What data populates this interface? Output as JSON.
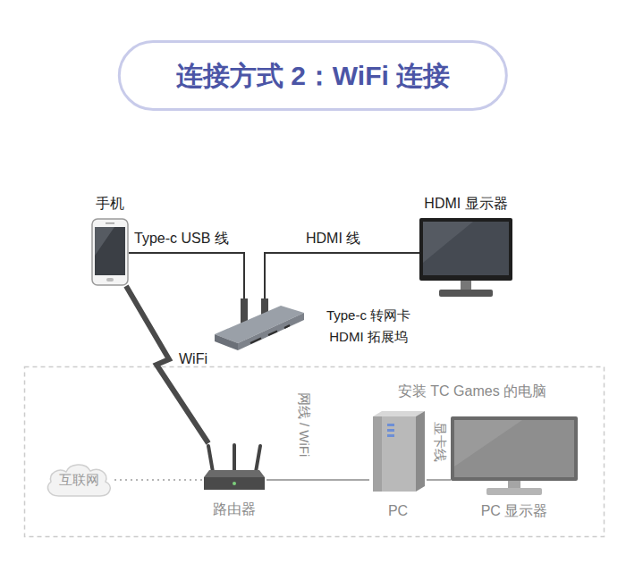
{
  "diagram": {
    "title": "连接方式 2：WiFi 连接",
    "nodes": [
      {
        "text": [
          "手机"
        ]
      },
      {
        "text": [
          "HDMI 显示器"
        ]
      },
      {
        "text": [
          "Type-c 转网卡 HDMI 拓展坞"
        ]
      },
      {
        "text": [
          "互联网"
        ]
      },
      {
        "text": [
          "路由器"
        ]
      },
      {
        "text": [
          "安装 TC Games 的电脑",
          "PC"
        ]
      },
      {
        "text": [
          "PC 显示器"
        ]
      }
    ],
    "edges": [
      {
        "from": 0,
        "to": 2,
        "label": "Type-c USB 线",
        "arrow": "none"
      },
      {
        "from": 2,
        "to": 1,
        "label": "HDMI 线",
        "arrow": "none"
      },
      {
        "from": 0,
        "to": 4,
        "label": "WiFi",
        "arrow": "none"
      },
      {
        "from": 3,
        "to": 4,
        "arrow": "none"
      },
      {
        "from": 4,
        "to": 5,
        "label": "网线 / WiFi",
        "arrow": "none"
      },
      {
        "from": 5,
        "to": 6,
        "label": "显卡线",
        "arrow": "none"
      }
    ]
  }
}
